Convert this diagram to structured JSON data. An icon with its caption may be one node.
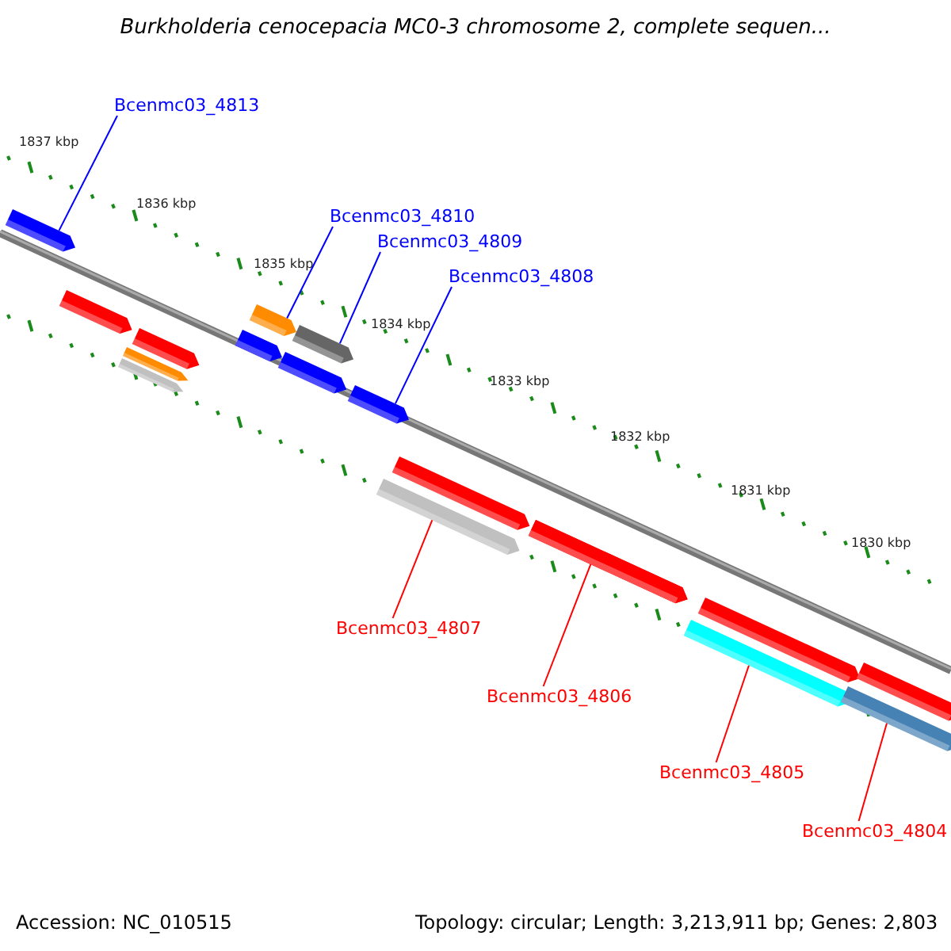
{
  "diagram": {
    "title": "Burkholderia cenocepacia MC0-3 chromosome 2, complete sequen...",
    "nodes": [
      {
        "text": [
          "Bcenmc03_4813"
        ]
      },
      {
        "text": [],
        "shape": "bar"
      },
      {
        "text": [
          "Bcenmc03_4810"
        ]
      },
      {
        "text": [],
        "shape": "bar"
      },
      {
        "text": [
          "Bcenmc03_4809"
        ]
      },
      {
        "text": [],
        "shape": "bar"
      },
      {
        "text": [
          "Bcenmc03_4808"
        ]
      },
      {
        "text": [],
        "shape": "bar"
      },
      {
        "text": [
          "Bcenmc03_4807"
        ]
      },
      {
        "text": [],
        "shape": "bar"
      },
      {
        "text": [
          "Bcenmc03_4806"
        ]
      },
      {
        "text": [],
        "shape": "bar"
      },
      {
        "text": [
          "Bcenmc03_4805"
        ]
      },
      {
        "text": [],
        "shape": "bar"
      },
      {
        "text": [
          "Bcenmc03_4804"
        ]
      },
      {
        "text": [],
        "shape": "bar"
      },
      {
        "text": [],
        "shape": "bar"
      },
      {
        "text": [],
        "shape": "bar"
      },
      {
        "text": [],
        "shape": "bar"
      },
      {
        "text": [],
        "shape": "bar"
      },
      {
        "text": [],
        "shape": "bar"
      },
      {
        "text": [],
        "shape": "bar"
      },
      {
        "text": [],
        "shape": "bar"
      },
      {
        "text": [],
        "shape": "bar"
      },
      {
        "text": [],
        "shape": "bar"
      },
      {
        "text": [],
        "shape": "bar"
      }
    ],
    "edges": [
      {
        "from": 0,
        "to": 1,
        "arrow": "none"
      },
      {
        "from": 2,
        "to": 3,
        "arrow": "none"
      },
      {
        "from": 4,
        "to": 5,
        "arrow": "none"
      },
      {
        "from": 6,
        "to": 7,
        "arrow": "none"
      },
      {
        "from": 8,
        "to": 9,
        "arrow": "none",
        "color": "#ff0000"
      },
      {
        "from": 10,
        "to": 11,
        "arrow": "none",
        "color": "#ff0000"
      },
      {
        "from": 12,
        "to": 13,
        "arrow": "none",
        "color": "#ff0000"
      },
      {
        "from": 14,
        "to": 15,
        "arrow": "none",
        "color": "#ff0000"
      }
    ],
    "labels": [
      "1837 kbp",
      "1836 kbp",
      "1835 kbp",
      "1834 kbp",
      "1833 kbp",
      "1832 kbp",
      "1831 kbp",
      "1830 kbp",
      "Accession: NC_010515",
      "Topology: circular; Length: 3,213,911 bp; Genes: 2,803"
    ]
  }
}
